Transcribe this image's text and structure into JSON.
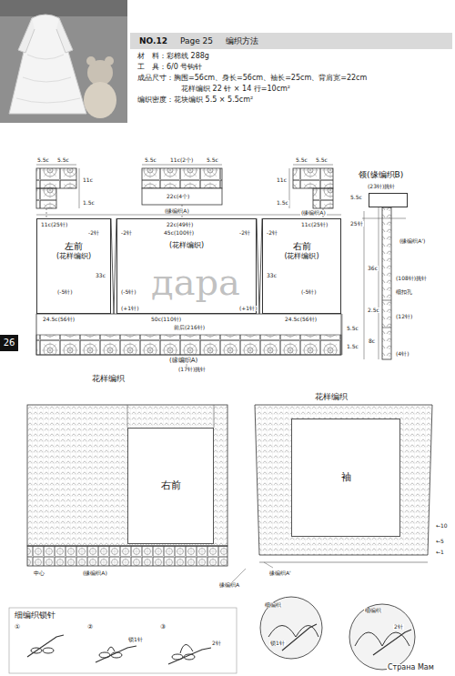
{
  "diagram": {
    "nodes": [
      {
        "text": [
          "NO.12",
          "Page 25",
          "编织方法"
        ]
      },
      {
        "text": [
          "左前",
          "(花样编织)"
        ]
      },
      {
        "text": [
          "(花样编织)"
        ]
      },
      {
        "text": [
          "右前",
          "(花样编织)"
        ]
      },
      {
        "text": [
          "领(缘编织B)"
        ]
      },
      {
        "text": [
          "袖"
        ]
      },
      {
        "text": [
          "右前"
        ]
      },
      {
        "text": [
          "26"
        ]
      }
    ],
    "labels": [
      "材　料：彩棉线 288g",
      "工　具：6/0 号钩针",
      "成品尺寸：胸围=56cm、身长=56cm、袖长=25cm、背肩宽=22cm",
      "花样编织 22 针 × 14 行=10cm²",
      "编织密度：花块编织 5.5 × 5.5cm²",
      "5.5c",
      "5.5c",
      "11c",
      "1.5c",
      "5.5c",
      "11c(2个)",
      "5.5c",
      "22c(4个)",
      "(缘编织A)",
      "5.5c",
      "5.5c",
      "11c",
      "1.5c",
      "(缘编织A)",
      "11c(25针)",
      "-2针",
      "-2针",
      "22c(49针)",
      "45c(100针)",
      "-2针",
      "-2针",
      "11c(25针)",
      "33c",
      "33c",
      "(-5针)",
      "(-5针)",
      "(-5针)",
      "(+1针)",
      "(+1针)",
      "24.5c(56针)",
      "50c(110针)",
      "24.5c(56针)",
      "前后(216针)",
      "5.5c",
      "1.5c",
      "(缘编织A)",
      "(17针)挑针",
      "дара",
      "花样编织",
      "(23针)挑针",
      "5.5c",
      "25针",
      "(缘编织A')",
      "36c",
      "(108针)挑针",
      "细扣孔",
      "2.5c",
      "(12针)",
      "8c",
      "(4针)",
      "花样编织",
      "中心",
      "(缘编织A)",
      "缘编织A'",
      "缘编织A",
      "细编织",
      "细编织",
      "细编织锁针",
      "①",
      "②",
      "③",
      "锁1针",
      "2针",
      "锁1针",
      "2针",
      "←10",
      "←5",
      "←1",
      "Страна Мам"
    ]
  }
}
